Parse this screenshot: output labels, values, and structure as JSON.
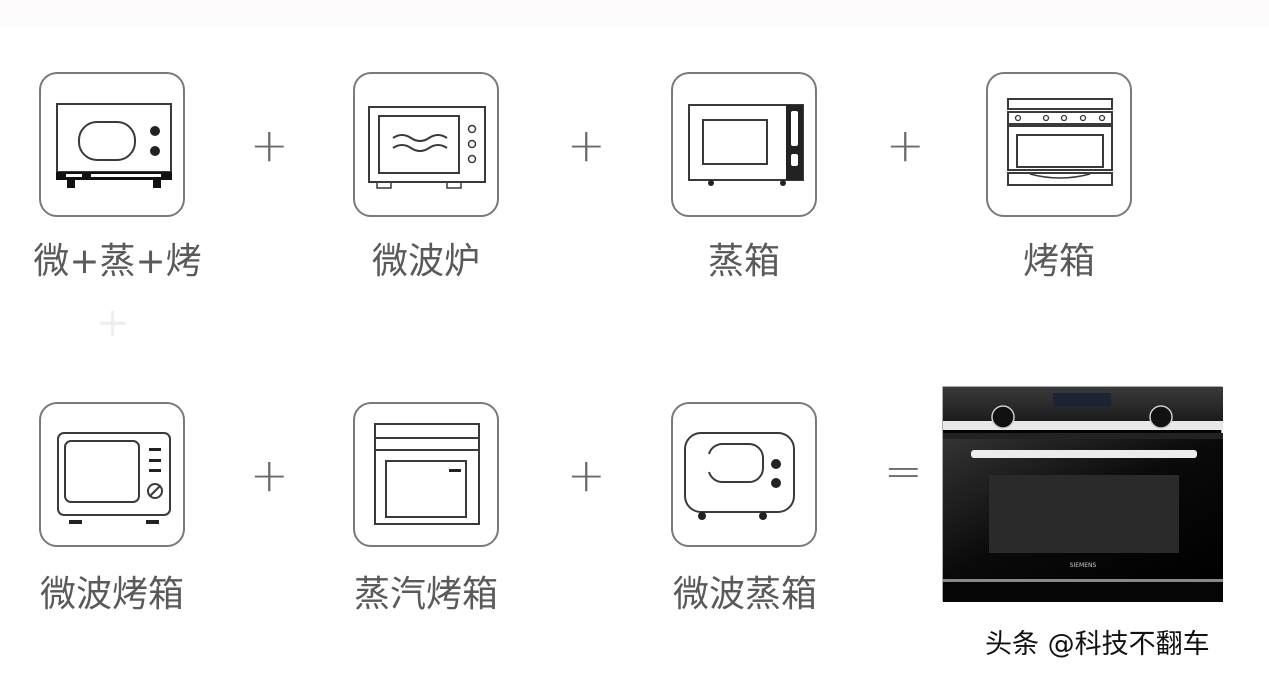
{
  "rows": [
    {
      "items": [
        {
          "label": "微+蒸+烤",
          "icon": "combo-microwave-icon"
        },
        {
          "label": "微波炉",
          "icon": "microwave-icon"
        },
        {
          "label": "蒸箱",
          "icon": "steamer-icon"
        },
        {
          "label": "烤箱",
          "icon": "oven-icon"
        }
      ],
      "operators": [
        "+",
        "+",
        "+"
      ]
    },
    {
      "items": [
        {
          "label": "微波烤箱",
          "icon": "microwave-oven-icon"
        },
        {
          "label": "蒸汽烤箱",
          "icon": "steam-oven-icon"
        },
        {
          "label": "微波蒸箱",
          "icon": "microwave-steamer-icon"
        }
      ],
      "operators": [
        "+",
        "+",
        "="
      ]
    }
  ],
  "result": {
    "image": "built-in-combi-oven-photo",
    "brand": "SIEMENS"
  },
  "watermark": "头条 @科技不翻车",
  "colors": {
    "stroke": "#3a3a3a",
    "tile_border": "#7a7a7a",
    "text": "#5a5a5a"
  }
}
